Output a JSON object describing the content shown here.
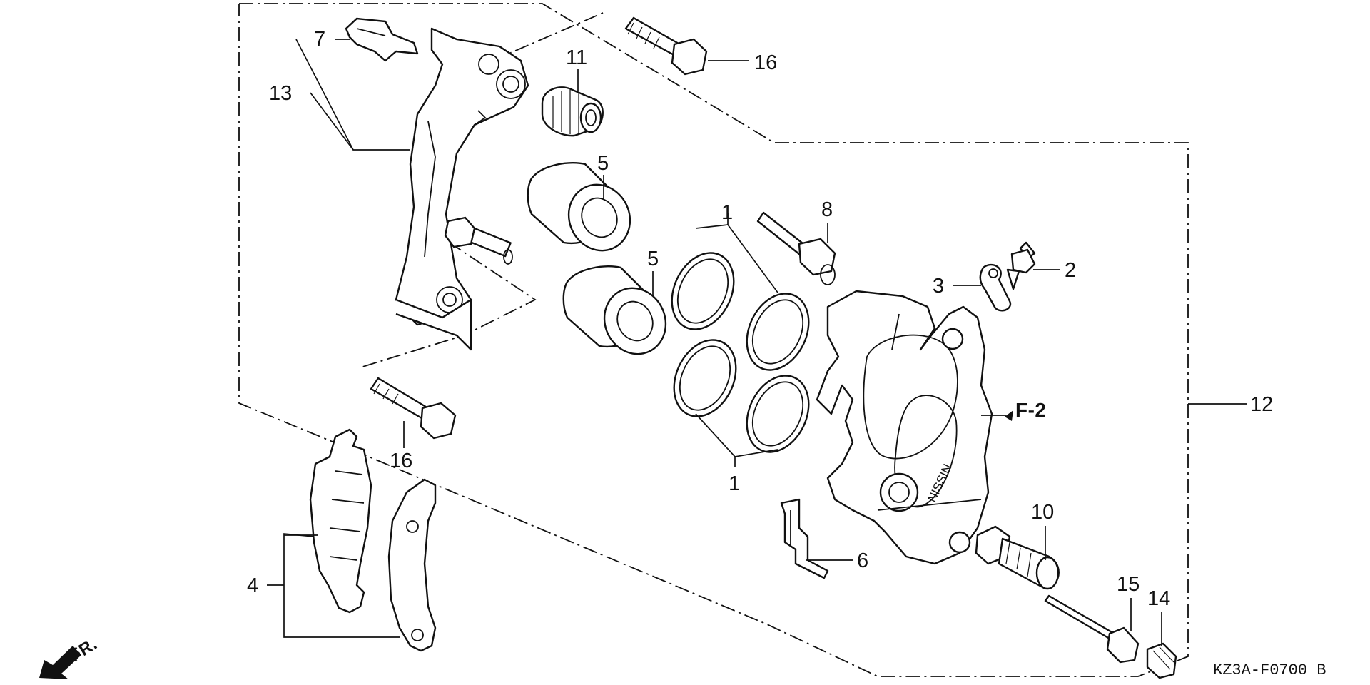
{
  "diagram": {
    "callouts": [
      {
        "id": "c1a",
        "text": "1"
      },
      {
        "id": "c1b",
        "text": "1"
      },
      {
        "id": "c2",
        "text": "2"
      },
      {
        "id": "c3",
        "text": "3"
      },
      {
        "id": "c4",
        "text": "4"
      },
      {
        "id": "c5a",
        "text": "5"
      },
      {
        "id": "c5b",
        "text": "5"
      },
      {
        "id": "c6",
        "text": "6"
      },
      {
        "id": "c7",
        "text": "7"
      },
      {
        "id": "c8",
        "text": "8"
      },
      {
        "id": "c10",
        "text": "10"
      },
      {
        "id": "c11",
        "text": "11"
      },
      {
        "id": "c12",
        "text": "12"
      },
      {
        "id": "c13",
        "text": "13"
      },
      {
        "id": "c14",
        "text": "14"
      },
      {
        "id": "c15",
        "text": "15"
      },
      {
        "id": "c16a",
        "text": "16"
      },
      {
        "id": "c16b",
        "text": "16"
      }
    ],
    "reference_mark": "F-2",
    "caliper_brand": "NISSIN",
    "front_indicator": "FR.",
    "figure_code": "KZ3A-F0700 B"
  }
}
